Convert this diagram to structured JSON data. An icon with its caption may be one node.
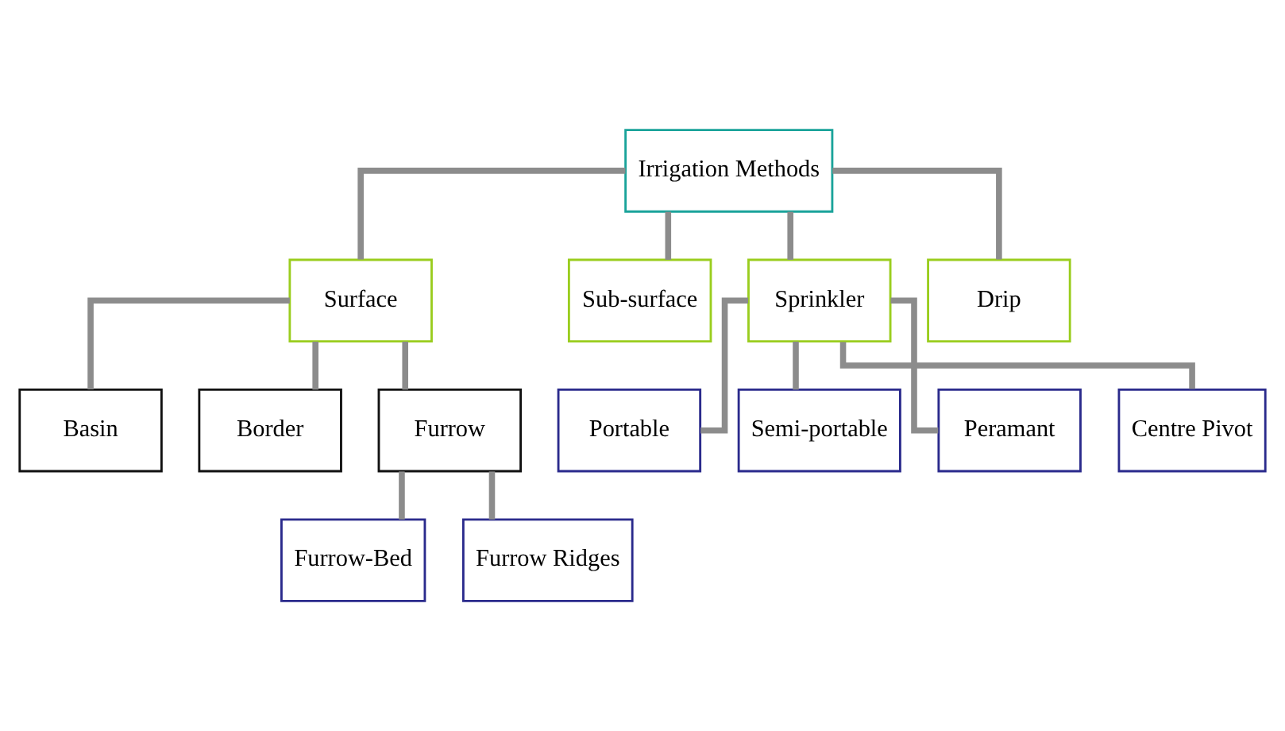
{
  "diagram": {
    "nodes": [
      {
        "text": [
          "Irrigation Methods"
        ]
      },
      {
        "text": [
          "Surface"
        ]
      },
      {
        "text": [
          "Sub-surface"
        ]
      },
      {
        "text": [
          "Sprinkler"
        ]
      },
      {
        "text": [
          "Drip"
        ]
      },
      {
        "text": [
          "Basin"
        ]
      },
      {
        "text": [
          "Border"
        ]
      },
      {
        "text": [
          "Furrow"
        ]
      },
      {
        "text": [
          "Furrow-Bed"
        ]
      },
      {
        "text": [
          "Furrow Ridges"
        ]
      },
      {
        "text": [
          "Portable"
        ]
      },
      {
        "text": [
          "Semi-portable"
        ]
      },
      {
        "text": [
          "Peramant"
        ]
      },
      {
        "text": [
          "Centre Pivot"
        ]
      }
    ],
    "edges": [
      {
        "from": 0,
        "to": 1,
        "arrow": "none"
      },
      {
        "from": 0,
        "to": 2,
        "arrow": "none"
      },
      {
        "from": 0,
        "to": 3,
        "arrow": "none"
      },
      {
        "from": 0,
        "to": 4,
        "arrow": "none"
      },
      {
        "from": 1,
        "to": 5,
        "arrow": "none"
      },
      {
        "from": 1,
        "to": 6,
        "arrow": "none"
      },
      {
        "from": 1,
        "to": 7,
        "arrow": "none"
      },
      {
        "from": 7,
        "to": 8,
        "arrow": "none"
      },
      {
        "from": 7,
        "to": 9,
        "arrow": "none"
      },
      {
        "from": 3,
        "to": 10,
        "arrow": "none"
      },
      {
        "from": 3,
        "to": 11,
        "arrow": "none"
      },
      {
        "from": 3,
        "to": 12,
        "arrow": "none"
      },
      {
        "from": 3,
        "to": 13,
        "arrow": "none"
      }
    ]
  }
}
